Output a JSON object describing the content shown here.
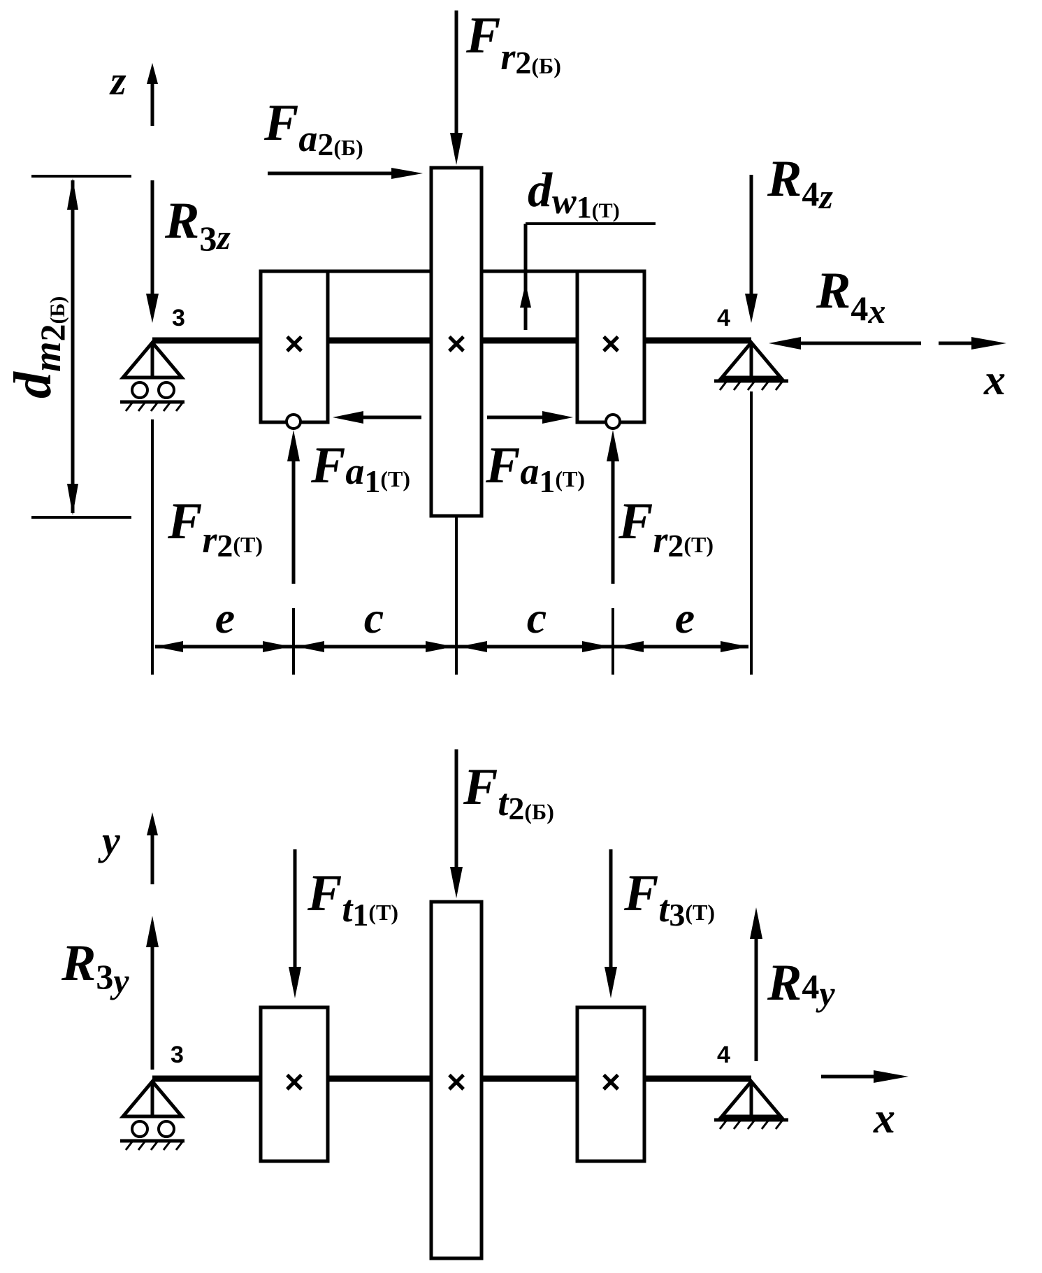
{
  "top": {
    "axis_z": "z",
    "axis_x": "x",
    "dm": {
      "main": "d",
      "sub1": "m",
      "sub2": "2",
      "paren": "(Б)"
    },
    "fr2b": {
      "main": "F",
      "sub1": "r",
      "sub2": "2",
      "paren": "(Б)"
    },
    "fa2b": {
      "main": "F",
      "sub1": "a",
      "sub2": "2",
      "paren": "(Б)"
    },
    "dw1t": {
      "main": "d",
      "sub1": "w",
      "sub2": "1",
      "paren": "(Т)"
    },
    "r3z": {
      "main": "R",
      "sub1": "3",
      "sub2": "z"
    },
    "r4z": {
      "main": "R",
      "sub1": "4",
      "sub2": "z"
    },
    "r4x": {
      "main": "R",
      "sub1": "4",
      "sub2": "x"
    },
    "fa1t_left": {
      "main": "F",
      "sub1": "a",
      "sub2": "1",
      "paren": "(Т)"
    },
    "fa1t_right": {
      "main": "F",
      "sub1": "a",
      "sub2": "1",
      "paren": "(Т)"
    },
    "fr2t_left": {
      "main": "F",
      "sub1": "r",
      "sub2": "2",
      "paren": "(Т)"
    },
    "fr2t_right": {
      "main": "F",
      "sub1": "r",
      "sub2": "2",
      "paren": "(Т)"
    },
    "support3": "3",
    "support4": "4",
    "cross": "×",
    "dims": [
      "e",
      "c",
      "c",
      "e"
    ]
  },
  "bottom": {
    "axis_y": "y",
    "axis_x": "x",
    "ft2b": {
      "main": "F",
      "sub1": "t",
      "sub2": "2",
      "paren": "(Б)"
    },
    "ft1t": {
      "main": "F",
      "sub1": "t",
      "sub2": "1",
      "paren": "(Т)"
    },
    "ft3t": {
      "main": "F",
      "sub1": "t",
      "sub2": "3",
      "paren": "(Т)"
    },
    "r3y": {
      "main": "R",
      "sub1": "3",
      "sub2": "y"
    },
    "r4y": {
      "main": "R",
      "sub1": "4",
      "sub2": "y"
    },
    "support3": "3",
    "support4": "4",
    "cross": "×"
  }
}
